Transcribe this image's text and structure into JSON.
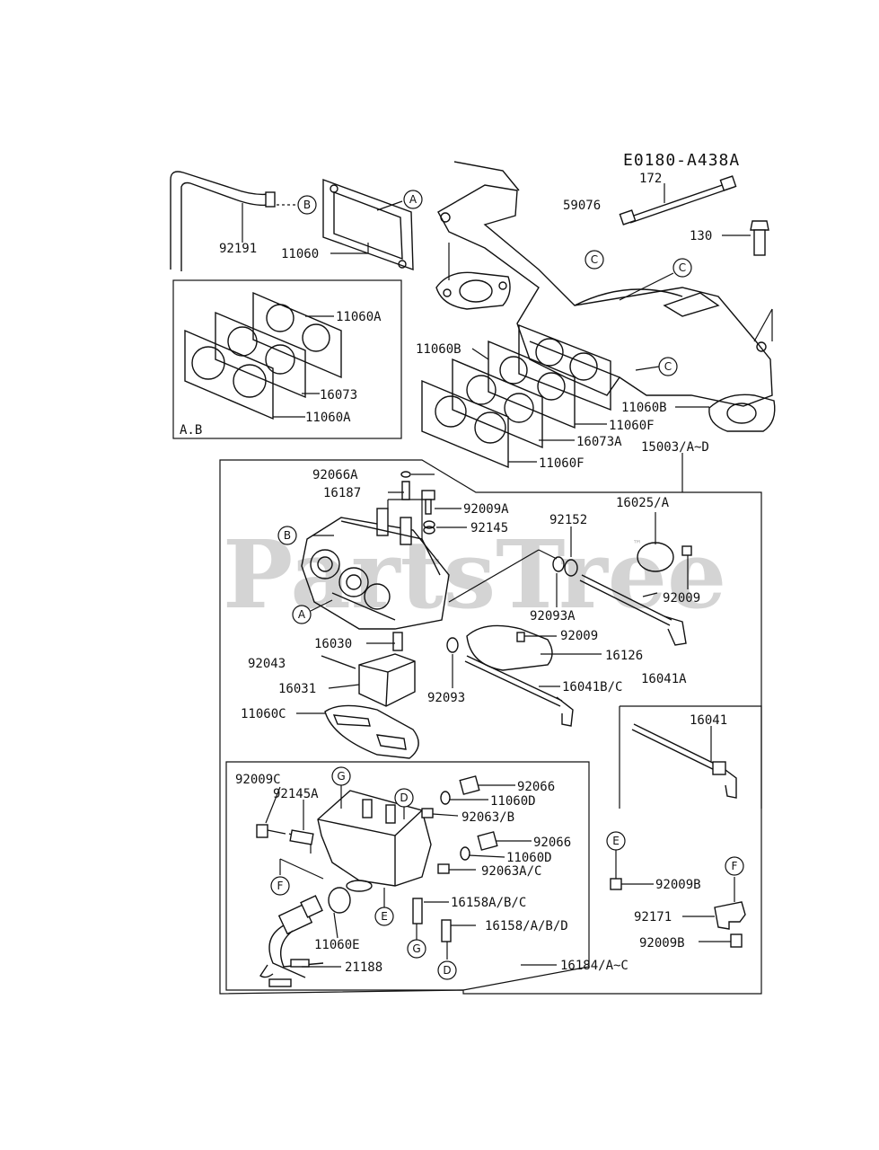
{
  "diagram_code": "E0180-A438A",
  "watermark": "PartsTree",
  "watermark_tm": "™",
  "group_label_ab": "A.B",
  "parts": {
    "p172": "172",
    "p59076": "59076",
    "p130": "130",
    "p92191": "92191",
    "p11060": "11060",
    "p11060A_top": "11060A",
    "p16073": "16073",
    "p11060A_bottom": "11060A",
    "p11060B_left": "11060B",
    "p11060B_right": "11060B",
    "p11060F_top": "11060F",
    "p16073A": "16073A",
    "p11060F_bottom": "11060F",
    "p15003": "15003/A~D",
    "p92066A": "92066A",
    "p16187": "16187",
    "p92009A": "92009A",
    "p92145": "92145",
    "p92152": "92152",
    "p16025": "16025/A",
    "p92009_right": "92009",
    "p92093A": "92093A",
    "p92009_mid": "92009",
    "p16126": "16126",
    "p16030": "16030",
    "p92043": "92043",
    "p16031": "16031",
    "p92093": "92093",
    "p16041BC": "16041B/C",
    "p16041A": "16041A",
    "p11060C": "11060C",
    "p16041": "16041",
    "p92009C": "92009C",
    "p92145A": "92145A",
    "p92066_top": "92066",
    "p11060D_top": "11060D",
    "p92063B": "92063/B",
    "p92066_bottom": "92066",
    "p11060D_bottom": "11060D",
    "p92063AC": "92063A/C",
    "p92009B_top": "92009B",
    "p16158ABC": "16158A/B/C",
    "p16158ABD": "16158/A/B/D",
    "p92171": "92171",
    "p11060E": "11060E",
    "p21188": "21188",
    "p92009B_bottom": "92009B",
    "p16184": "16184/A~C"
  },
  "callouts": {
    "A": "A",
    "B": "B",
    "C": "C",
    "D": "D",
    "E": "E",
    "F": "F",
    "G": "G"
  }
}
